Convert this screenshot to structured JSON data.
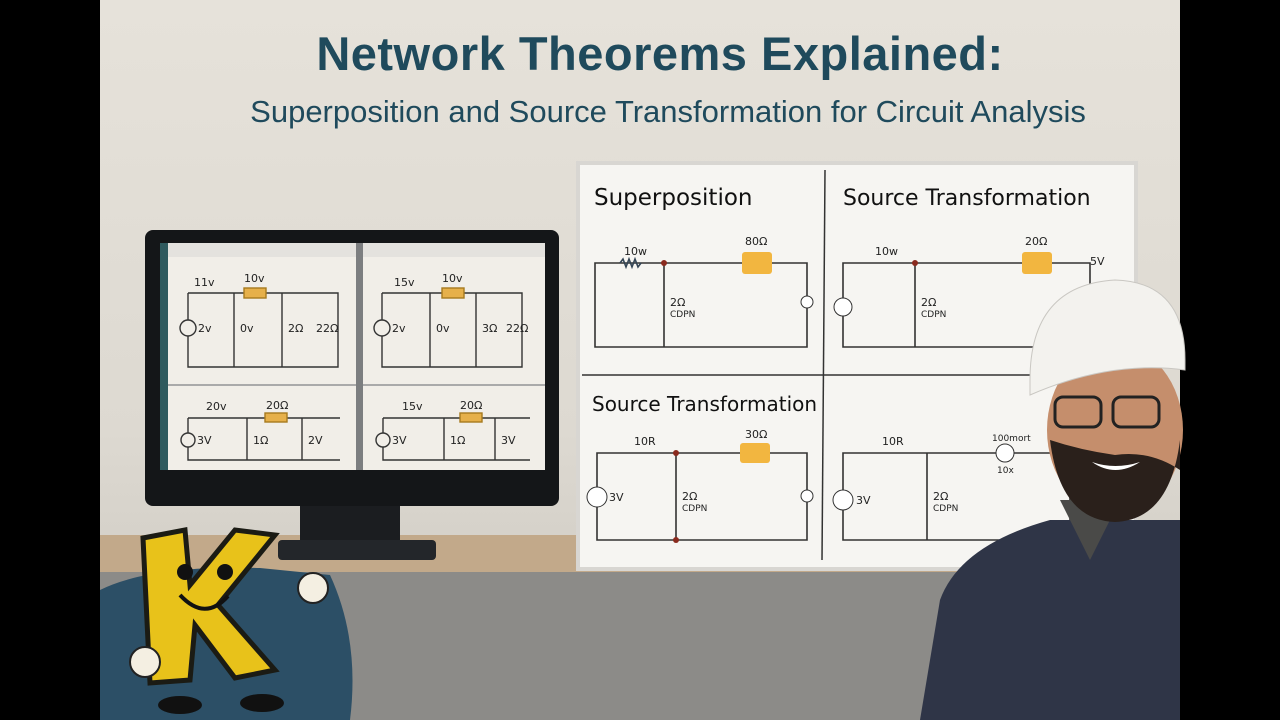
{
  "title": "Network Theorems Explained:",
  "subtitle": "Superposition and Source Transformation for Circuit Analysis",
  "colors": {
    "title": "#1f4a5c",
    "accent_box": "#f2b640",
    "mascot": "#e8c21a",
    "background": "#e3dfd7"
  },
  "whiteboard": {
    "q1": {
      "heading": "Superposition",
      "r1": "10w",
      "box_value": "80Ω",
      "r2": "2Ω",
      "r2_sub": "CDPN"
    },
    "q2": {
      "heading": "Source Transformation",
      "r1": "10w",
      "box_value": "20Ω",
      "r2": "2Ω",
      "r2_sub": "CDPN",
      "out": "5V"
    },
    "q3": {
      "heading": "Source Transformation",
      "r1": "10R",
      "box_value": "30Ω",
      "r2": "2Ω",
      "r2_sub": "CDPN",
      "src": "3V"
    },
    "q4": {
      "r1": "10R",
      "meter_top": "100mort",
      "meter_bottom": "10x",
      "r2": "2Ω",
      "r2_sub": "CDPN",
      "src": "3V"
    }
  },
  "monitor": {
    "p1": {
      "r1": "11v",
      "l1": "10v",
      "src": "2v",
      "r2": "0v",
      "r3": "2Ω",
      "r4": "22Ω"
    },
    "p2": {
      "r1": "15v",
      "l1": "10v",
      "src": "2v",
      "r2": "0v",
      "r3": "3Ω",
      "r4": "22Ω"
    },
    "p3": {
      "r1": "20v",
      "l1": "20Ω",
      "src": "3V",
      "r2": "1Ω",
      "r3": "2V"
    },
    "p4": {
      "r1": "15v",
      "l1": "20Ω",
      "src": "3V",
      "r2": "1Ω",
      "r3": "3V"
    }
  },
  "mascot": {
    "letter": "K"
  }
}
